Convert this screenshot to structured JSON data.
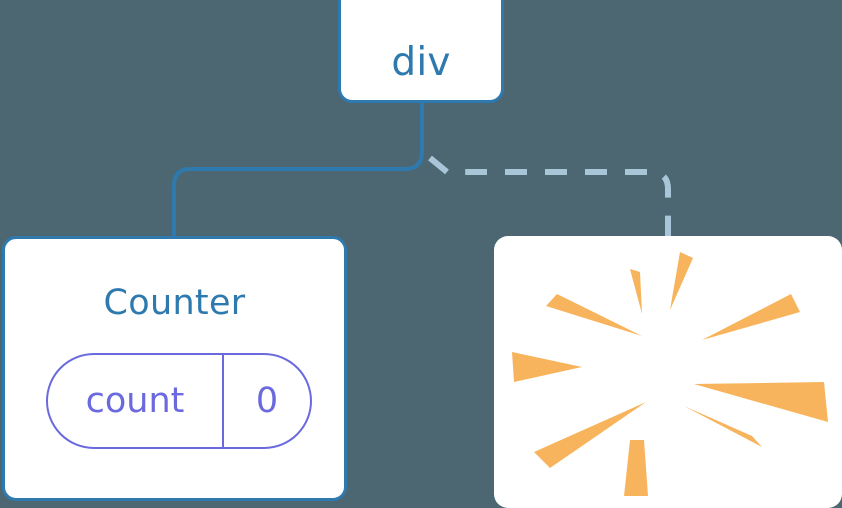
{
  "diagram": {
    "title": "component-tree",
    "background_color": "#4c6771",
    "accent_color": "#2e7aae",
    "state_color": "#6a6ade",
    "spark_color": "#f8b45c",
    "dashed_color": "#a8c6d8"
  },
  "root": {
    "label": "div",
    "type": "dom-element-node"
  },
  "counter": {
    "label": "Counter",
    "type": "component-node",
    "state": {
      "key": "count",
      "value": "0"
    }
  },
  "burst": {
    "label": "render-burst",
    "type": "highlight-node",
    "icon": "sparkle-burst-icon",
    "rays": 10
  },
  "edges": [
    {
      "name": "edge-root-to-counter",
      "from": "div",
      "to": "Counter",
      "style": "solid",
      "color": "#2e7aae"
    },
    {
      "name": "edge-root-to-burst",
      "from": "div",
      "to": "render-burst",
      "style": "dashed",
      "color": "#a8c6d8"
    }
  ]
}
